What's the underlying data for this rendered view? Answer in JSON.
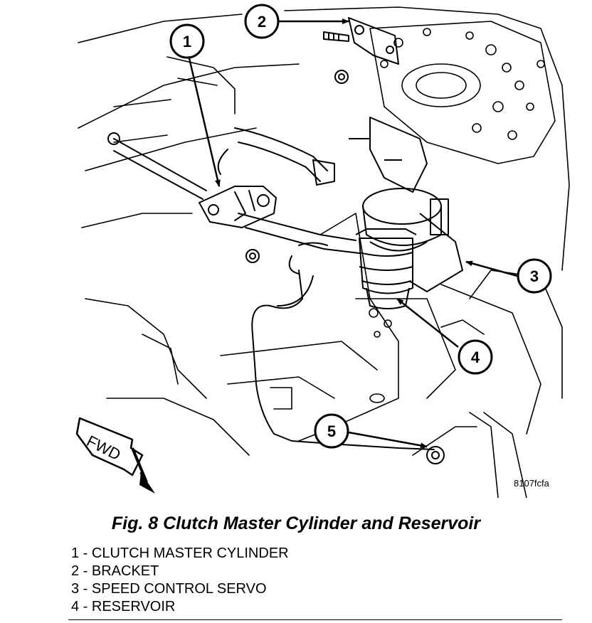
{
  "figure": {
    "code": "8107fcfa",
    "caption": "Fig. 8 Clutch Master Cylinder and Reservoir",
    "fwd_label": "FWD"
  },
  "callouts": [
    {
      "number": "1"
    },
    {
      "number": "2"
    },
    {
      "number": "3"
    },
    {
      "number": "4"
    },
    {
      "number": "5"
    }
  ],
  "legend": [
    {
      "text": "1 - CLUTCH MASTER CYLINDER"
    },
    {
      "text": "2 - BRACKET"
    },
    {
      "text": "3 - SPEED CONTROL SERVO"
    },
    {
      "text": "4 - RESERVOIR"
    }
  ]
}
